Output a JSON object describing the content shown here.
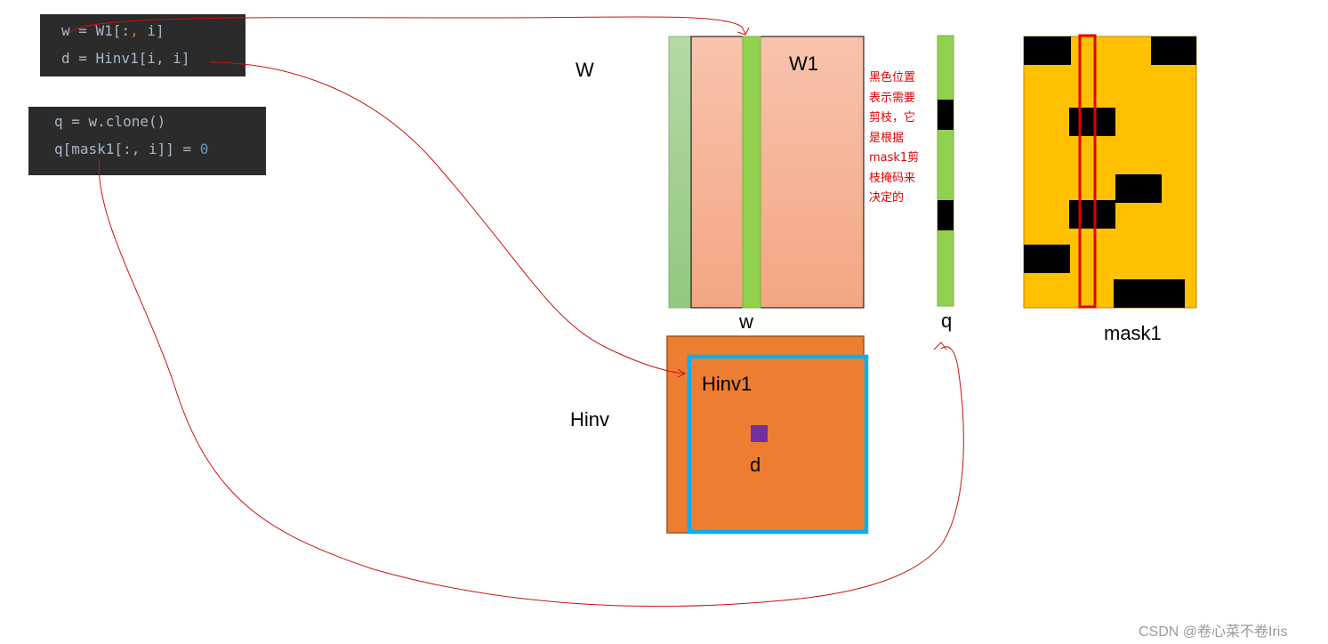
{
  "code_block_1": {
    "line1": {
      "a": "w = W1[:",
      "b": ",",
      "c": " i]"
    },
    "line2": "d = Hinv1[i, i]"
  },
  "code_block_2": {
    "line1": "q = w.clone()",
    "line2": {
      "a": "q[mask1[:, i]] = ",
      "b": "0"
    }
  },
  "labels": {
    "W": "W",
    "W1": "W1",
    "w": "w",
    "q": "q",
    "mask1": "mask1",
    "Hinv": "Hinv",
    "Hinv1": "Hinv1",
    "d": "d"
  },
  "note_lines": [
    "黑色位置",
    "表示需要",
    "剪枝，它",
    "是根据",
    "mask1剪",
    "枝掩码来",
    "决定的"
  ],
  "watermark": "CSDN @卷心菜不卷Iris",
  "colors": {
    "code_bg": "#2b2b2b",
    "w1_fill": "#f4b183",
    "column_green": "#92d050",
    "mask_yellow": "#ffc000",
    "hinv_orange": "#ed7d31",
    "hinv1_border": "#00b0f0",
    "d_purple": "#7030a0",
    "annotation_red": "#e00000"
  }
}
